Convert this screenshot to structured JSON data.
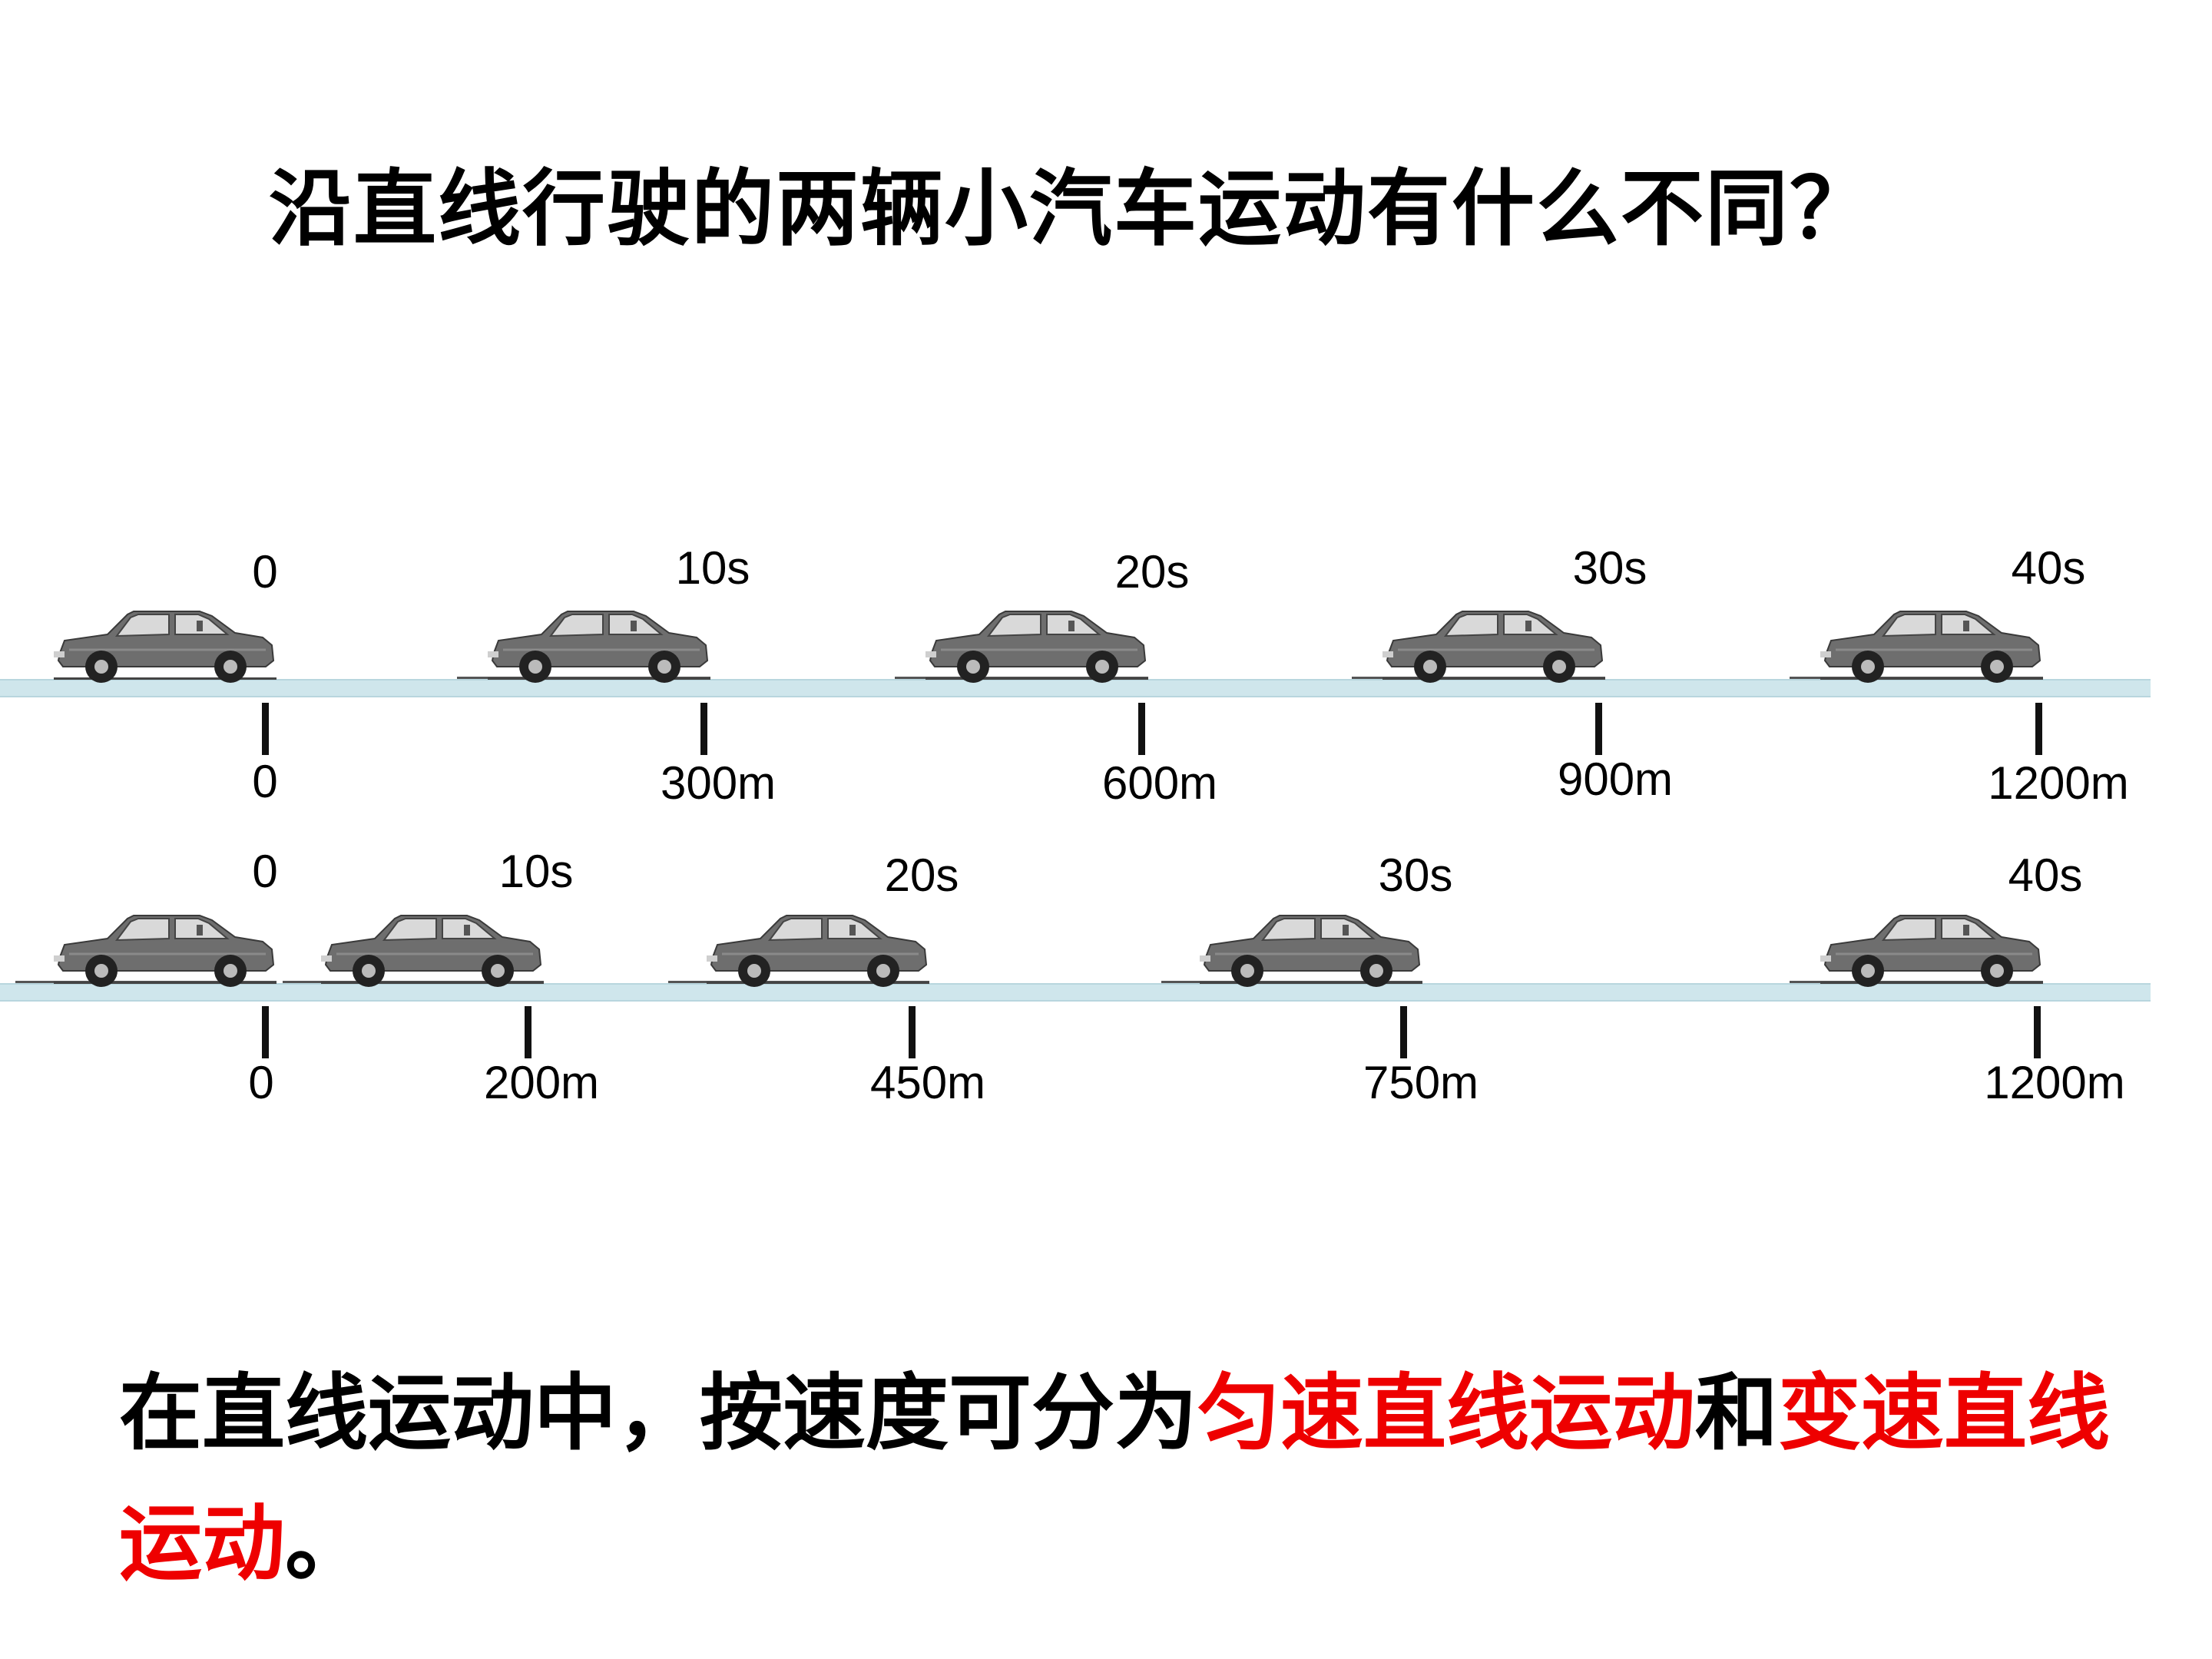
{
  "title": "沿直线行驶的两辆小汽车运动有什么不同？",
  "row1": {
    "times": [
      "0",
      "10s",
      "20s",
      "30s",
      "40s"
    ],
    "distances": [
      "0",
      "300m",
      "600m",
      "900m",
      "1200m"
    ]
  },
  "row2": {
    "times": [
      "0",
      "10s",
      "20s",
      "30s",
      "40s"
    ],
    "distances": [
      "0",
      "200m",
      "450m",
      "750m",
      "1200m"
    ]
  },
  "conclusion": {
    "prefix": "在直线运动中，按速度可分为",
    "term1": "匀速直线运动",
    "middle": "和",
    "term2": "变速直线运动",
    "suffix": "。"
  },
  "colors": {
    "highlight": "#ee0000",
    "road": "#cfe6ec",
    "car_body": "#6e6e6e"
  },
  "icons": {
    "car": "sedan-car-icon"
  }
}
